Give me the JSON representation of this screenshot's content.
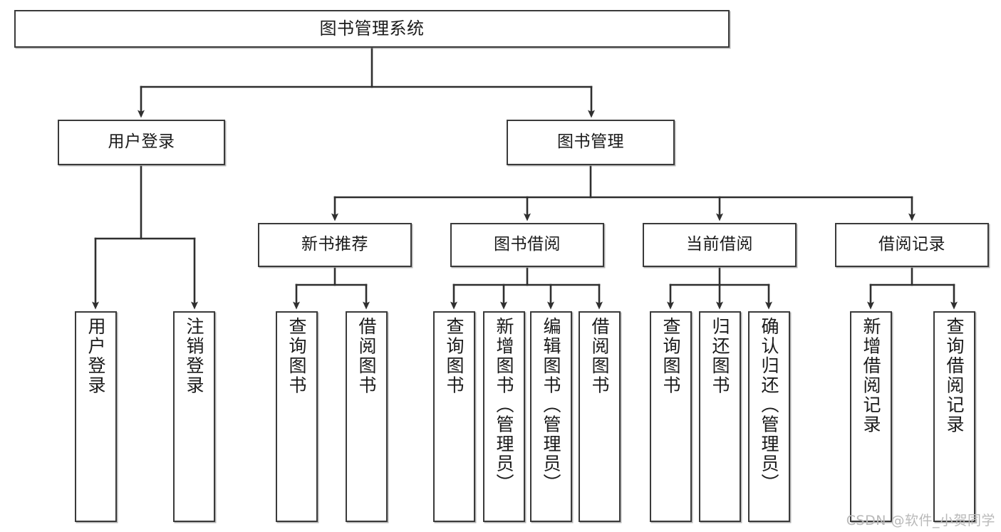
{
  "diagram": {
    "title": "图书管理系统",
    "type": "tree-hierarchy-chart",
    "stroke_color": "#3a3a3a",
    "fill_color": "#ffffff",
    "text_color": "#1a1a1a"
  },
  "nodes": {
    "root": {
      "label": "图书管理系统"
    },
    "level1": [
      {
        "id": "user-login",
        "label": "用户登录"
      },
      {
        "id": "book-management",
        "label": "图书管理"
      }
    ],
    "level2": [
      {
        "id": "new-book-recommend",
        "label": "新书推荐"
      },
      {
        "id": "book-borrow",
        "label": "图书借阅"
      },
      {
        "id": "current-borrow",
        "label": "当前借阅"
      },
      {
        "id": "borrow-record",
        "label": "借阅记录"
      }
    ],
    "leaves": [
      {
        "id": "leaf-user-login",
        "label": "用户登录",
        "parent": "user-login"
      },
      {
        "id": "leaf-user-logout",
        "label": "注销登录",
        "parent": "user-login"
      },
      {
        "id": "leaf-query-book-1",
        "label": "查询图书",
        "parent": "new-book-recommend"
      },
      {
        "id": "leaf-borrow-book-1",
        "label": "借阅图书",
        "parent": "new-book-recommend"
      },
      {
        "id": "leaf-query-book-2",
        "label": "查询图书",
        "parent": "book-borrow"
      },
      {
        "id": "leaf-add-book",
        "label": "新增图书（管理员）",
        "parent": "book-borrow"
      },
      {
        "id": "leaf-edit-book",
        "label": "编辑图书（管理员）",
        "parent": "book-borrow"
      },
      {
        "id": "leaf-borrow-book-2",
        "label": "借阅图书",
        "parent": "book-borrow"
      },
      {
        "id": "leaf-query-book-3",
        "label": "查询图书",
        "parent": "current-borrow"
      },
      {
        "id": "leaf-return-book",
        "label": "归还图书",
        "parent": "current-borrow"
      },
      {
        "id": "leaf-confirm-return",
        "label": "确认归还（管理员）",
        "parent": "current-borrow"
      },
      {
        "id": "leaf-add-record",
        "label": "新增借阅记录",
        "parent": "borrow-record"
      },
      {
        "id": "leaf-query-record",
        "label": "查询借阅记录",
        "parent": "borrow-record"
      }
    ]
  },
  "watermark": {
    "text": "CSDN @软件_小贺同学"
  }
}
